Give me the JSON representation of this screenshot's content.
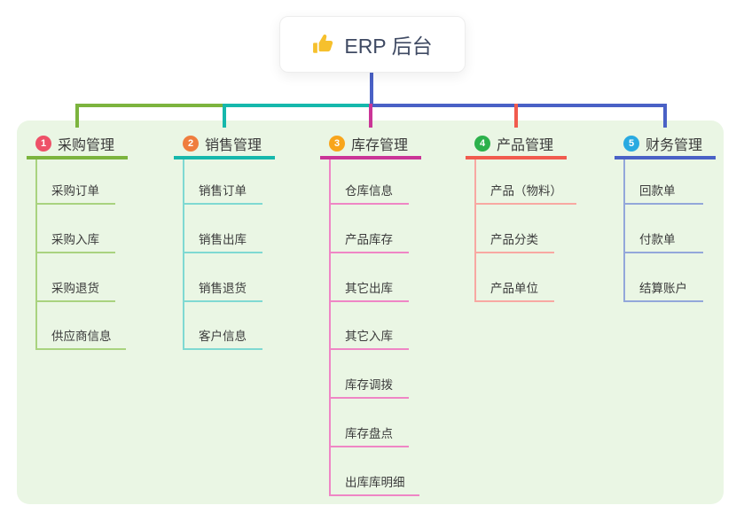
{
  "root": {
    "title": "ERP 后台",
    "icon": "thumbs-up-icon",
    "icon_color": "#f6c02d",
    "text_color": "#3f4a63"
  },
  "colors": {
    "panel_background": "#eaf6e4",
    "trunk_blue": "#4a61c6",
    "text": "#3a3a3a"
  },
  "branches": [
    {
      "number": "1",
      "label": "采购管理",
      "badge_color": "#ee5168",
      "line_color": "#7cb43e",
      "child_line_color": "#a9d37f",
      "children": [
        "采购订单",
        "采购入库",
        "采购退货",
        "供应商信息"
      ]
    },
    {
      "number": "2",
      "label": "销售管理",
      "badge_color": "#ef7d3e",
      "line_color": "#16b8ac",
      "child_line_color": "#7fd9d2",
      "children": [
        "销售订单",
        "销售出库",
        "销售退货",
        "客户信息"
      ]
    },
    {
      "number": "3",
      "label": "库存管理",
      "badge_color": "#f8a51b",
      "line_color": "#ca3597",
      "child_line_color": "#ef86c5",
      "children": [
        "仓库信息",
        "产品库存",
        "其它出库",
        "其它入库",
        "库存调拨",
        "库存盘点",
        "出库库明细"
      ]
    },
    {
      "number": "4",
      "label": "产品管理",
      "badge_color": "#2cb14b",
      "line_color": "#f15b4e",
      "child_line_color": "#f8a8a2",
      "children": [
        "产品（物料）",
        "产品分类",
        "产品单位"
      ]
    },
    {
      "number": "5",
      "label": "财务管理",
      "badge_color": "#29aae1",
      "line_color": "#4a61c6",
      "child_line_color": "#93a7da",
      "children": [
        "回款单",
        "付款单",
        "结算账户"
      ]
    }
  ]
}
